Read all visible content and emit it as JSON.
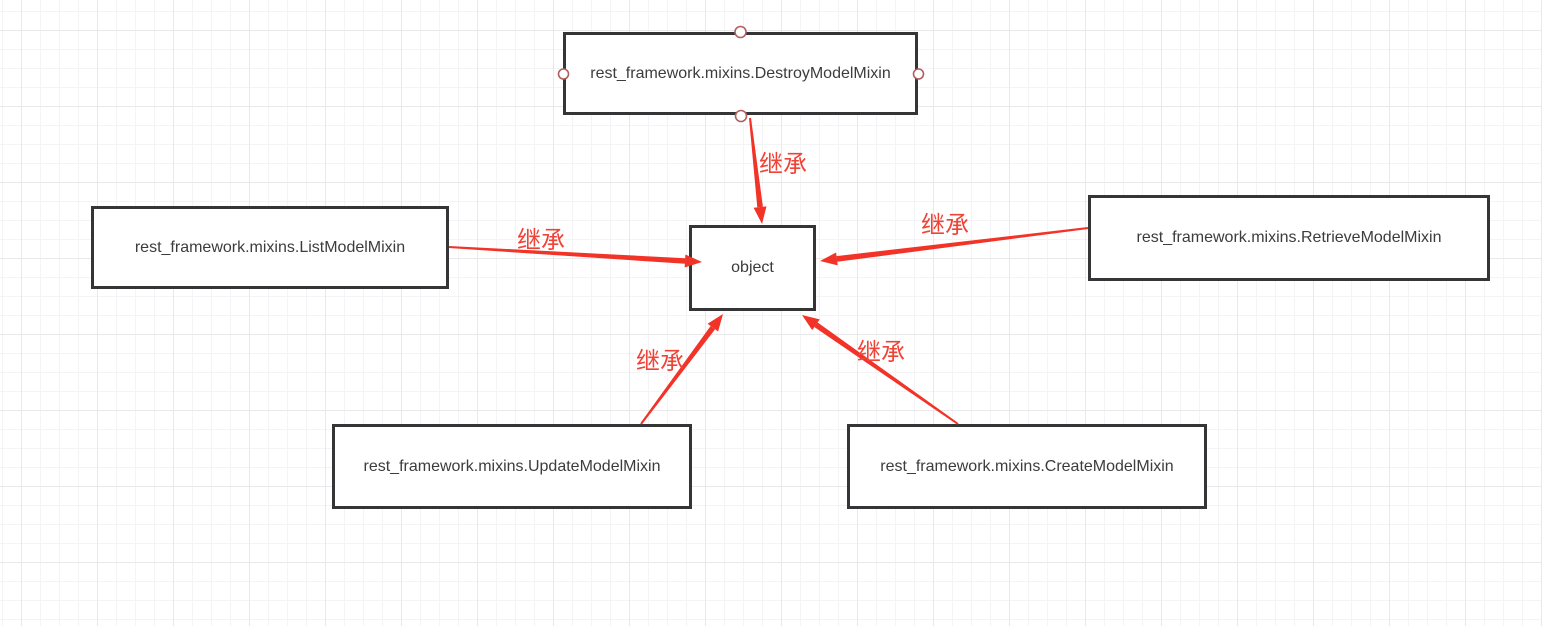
{
  "canvas": {
    "background": "#ffffff",
    "grid_minor_color": "#f4f4f6",
    "grid_major_color": "#e9e9eb"
  },
  "diagram": {
    "nodes": [
      {
        "id": "destroy-model-mixin",
        "label": "rest_framework.mixins.DestroyModelMixin"
      },
      {
        "id": "list-model-mixin",
        "label": "rest_framework.mixins.ListModelMixin"
      },
      {
        "id": "retrieve-model-mixin",
        "label": "rest_framework.mixins.RetrieveModelMixin"
      },
      {
        "id": "update-model-mixin",
        "label": "rest_framework.mixins.UpdateModelMixin"
      },
      {
        "id": "create-model-mixin",
        "label": "rest_framework.mixins.CreateModelMixin"
      },
      {
        "id": "object",
        "label": "object"
      }
    ],
    "edges": [
      {
        "from": "destroy-model-mixin",
        "to": "object",
        "label": "继承"
      },
      {
        "from": "list-model-mixin",
        "to": "object",
        "label": "继承"
      },
      {
        "from": "retrieve-model-mixin",
        "to": "object",
        "label": "继承"
      },
      {
        "from": "update-model-mixin",
        "to": "object",
        "label": "继承"
      },
      {
        "from": "create-model-mixin",
        "to": "object",
        "label": "继承"
      }
    ],
    "colors": {
      "arrow": "#f13328",
      "edge_label": "#ef4337",
      "node_border": "#353537",
      "node_text": "#3c3c3c",
      "handle_stroke": "#b05e5e",
      "handle_fill": "#ffffff"
    }
  }
}
